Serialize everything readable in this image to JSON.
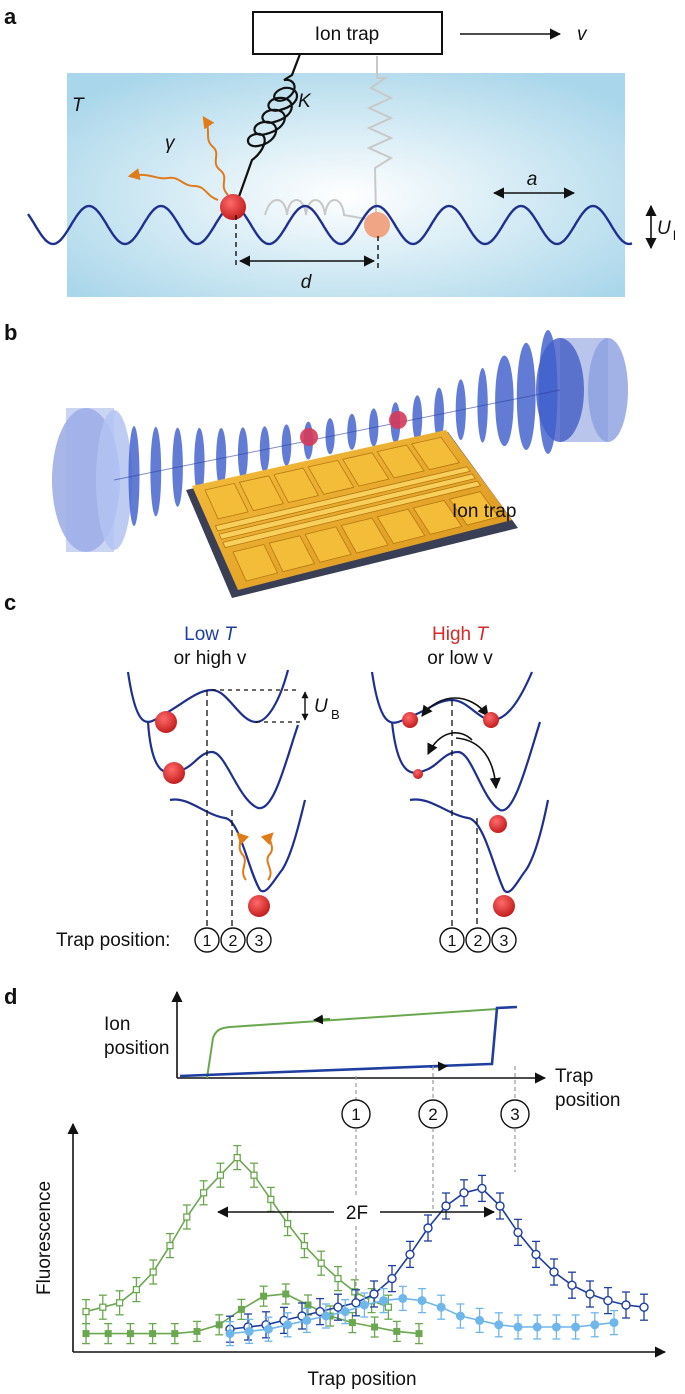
{
  "panel_a": {
    "panel_letter": "a",
    "trap_box_label": "Ion trap",
    "velocity_label": "v",
    "temperature_label": "T",
    "spring_label": "K",
    "photon_label": "γ",
    "lattice_spacing_label": "a",
    "distance_label": "d",
    "lattice_depth_label": "U",
    "lattice_depth_subscript": "l"
  },
  "panel_b": {
    "panel_letter": "b",
    "trap_label": "Ion trap"
  },
  "panel_c": {
    "panel_letter": "c",
    "left_title_line1_prefix": "Low ",
    "left_title_line1_var": "T",
    "left_title_line2": "or high v",
    "right_title_line1_prefix": "High ",
    "right_title_line1_var": "T",
    "right_title_line2": "or low v",
    "barrier_label": "U",
    "barrier_subscript": "B",
    "trap_position_label": "Trap position:",
    "positions": [
      "1",
      "2",
      "3"
    ]
  },
  "panel_d": {
    "panel_letter": "d",
    "top_ylabel_line1": "Ion",
    "top_ylabel_line2": "position",
    "top_xlabel_line1": "Trap",
    "top_xlabel_line2": "position",
    "markers": [
      "1",
      "2",
      "3"
    ],
    "friction_label": "2F",
    "ylabel": "Fluorescence",
    "xlabel": "Trap position"
  },
  "colors": {
    "lattice_blue": "#1f2f8f",
    "green": "#6aa84f",
    "dark_green": "#3c8c2a",
    "dark_blue": "#1f3fa0",
    "light_blue": "#6fb6ea",
    "ion_red": "#d42a2a",
    "photon_orange": "#e07b1a"
  },
  "chart_data": {
    "type": "scatter",
    "xlabel": "Trap position",
    "ylabel": "Fluorescence",
    "series": [
      {
        "values": [
          0.12,
          0.14,
          0.16,
          0.22,
          0.3,
          0.42,
          0.55,
          0.66,
          0.74,
          0.82,
          0.74,
          0.63,
          0.52,
          0.42,
          0.34,
          0.27,
          0.21,
          0.17,
          0.14
        ]
      },
      {
        "values": [
          0.02,
          0.02,
          0.02,
          0.02,
          0.02,
          0.03,
          0.06,
          0.13,
          0.19,
          0.2,
          0.15,
          0.1,
          0.07,
          0.05,
          0.03,
          0.02
        ]
      },
      {
        "values": [
          0.04,
          0.05,
          0.06,
          0.08,
          0.1,
          0.12,
          0.14,
          0.16,
          0.2,
          0.27,
          0.38,
          0.5,
          0.6,
          0.66,
          0.68,
          0.6,
          0.48,
          0.38,
          0.3,
          0.24,
          0.2,
          0.17,
          0.15,
          0.14
        ]
      },
      {
        "values": [
          0.02,
          0.03,
          0.04,
          0.06,
          0.08,
          0.1,
          0.12,
          0.15,
          0.17,
          0.18,
          0.17,
          0.14,
          0.1,
          0.08,
          0.06,
          0.05,
          0.05,
          0.05,
          0.05,
          0.06,
          0.07
        ]
      }
    ]
  }
}
